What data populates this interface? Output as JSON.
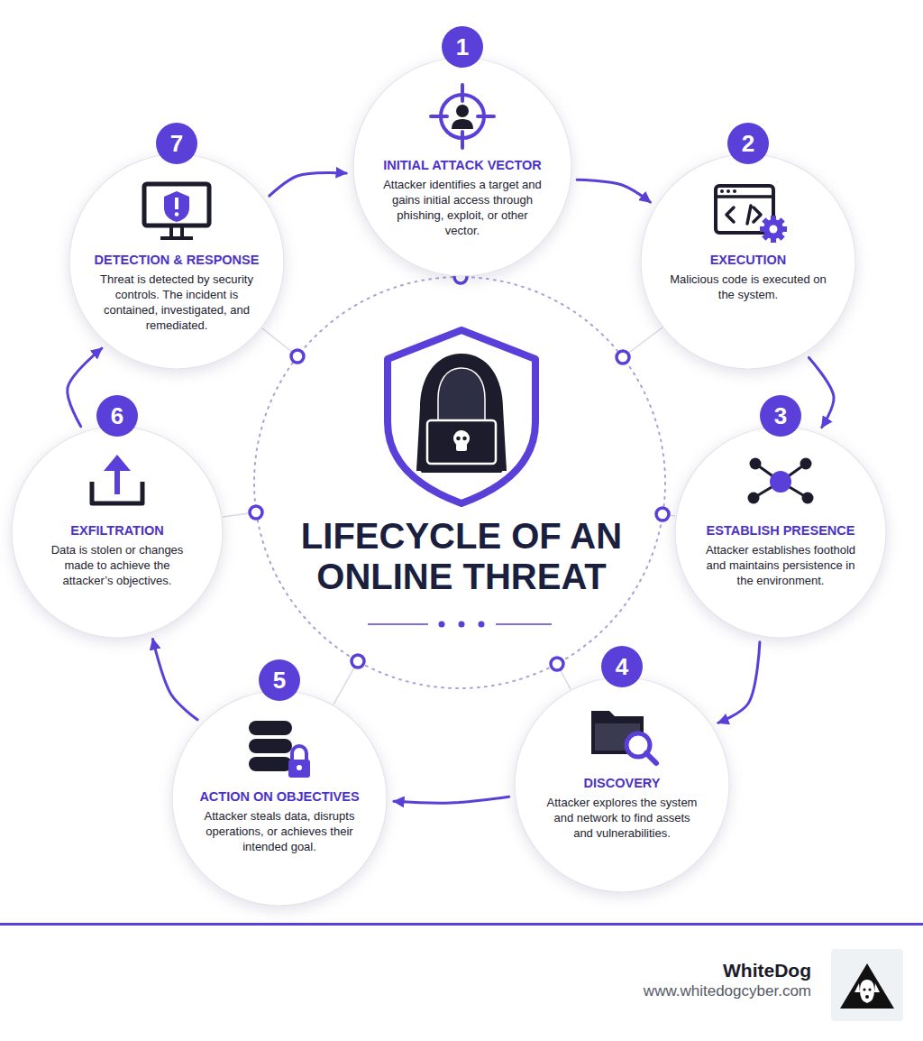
{
  "diagram": {
    "title": "LIFECYCLE OF AN ONLINE THREAT",
    "nodes": [
      {
        "text": [
          "1",
          "INITIAL ATTACK VECTOR",
          "Attacker identifies a target and gains initial access through phishing, exploit, or other vector."
        ]
      },
      {
        "text": [
          "2",
          "EXECUTION",
          "Malicious code is executed on the system."
        ]
      },
      {
        "text": [
          "3",
          "ESTABLISH PRESENCE",
          "Attacker establishes foothold and maintains persistence in the environment."
        ]
      },
      {
        "text": [
          "4",
          "DISCOVERY",
          "Attacker explores the system and network to find assets and vulnerabilities."
        ]
      },
      {
        "text": [
          "5",
          "ACTION ON OBJECTIVES",
          "Attacker steals data, disrupts operations, or achieves their intended goal."
        ]
      },
      {
        "text": [
          "6",
          "EXFILTRATION",
          "Data is stolen or changes made to achieve the attacker’s objectives."
        ]
      },
      {
        "text": [
          "7",
          "DETECTION & RESPONSE",
          "Threat is detected by security controls. The incident is contained, investigated, and remediated."
        ]
      }
    ],
    "edges": [
      {
        "from": 0,
        "to": 1,
        "arrow": "to"
      },
      {
        "from": 1,
        "to": 2,
        "arrow": "to"
      },
      {
        "from": 2,
        "to": 3,
        "arrow": "to"
      },
      {
        "from": 3,
        "to": 4,
        "arrow": "to"
      },
      {
        "from": 4,
        "to": 5,
        "arrow": "to"
      },
      {
        "from": 5,
        "to": 6,
        "arrow": "to"
      },
      {
        "from": 6,
        "to": 0,
        "arrow": "to"
      }
    ],
    "labels": [
      "WhiteDog",
      "www.whitedogcyber.com"
    ]
  }
}
